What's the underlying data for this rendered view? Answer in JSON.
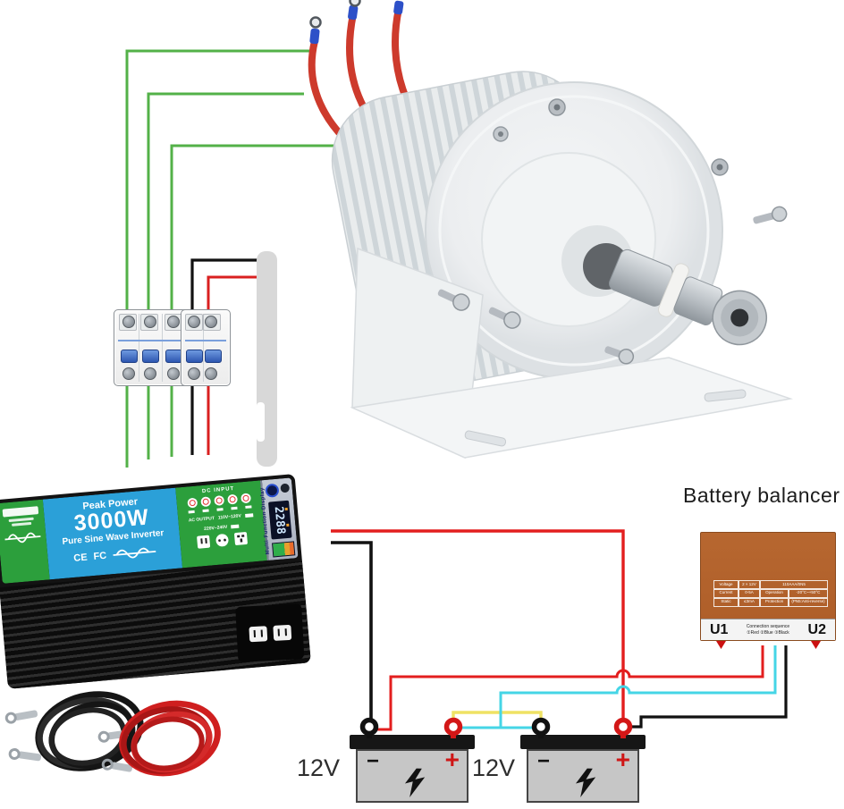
{
  "inverter": {
    "peak_power": "Peak Power",
    "model": "3000W",
    "product_name": "Pure Sine Wave Inverter",
    "cert_ce": "CE",
    "cert_fcc": "FC",
    "dc_input_label": "DC INPUT",
    "ac_output_label": "AC OUTPUT",
    "ac_range_1": "110V~120V",
    "ac_range_2": "220V~240V",
    "display_label": "Multi-Function Display",
    "lcd_value": "2288"
  },
  "balancer": {
    "title": "Battery balancer",
    "u1": "U1",
    "u2": "U2",
    "sequence_title": "Connection sequence",
    "sequence": "①Red ②Blue ③Black",
    "table": {
      "rows": [
        [
          "Voltage",
          "2 × 12V",
          "110AAA/0N5",
          ""
        ],
        [
          "Current",
          "0-5A",
          "Operation",
          "-20°C~+50°C"
        ],
        [
          "Static",
          "≤3mA",
          "Protection",
          "(PN5:Anti-reverse)"
        ]
      ]
    }
  },
  "batteries": {
    "left_label": "12V",
    "middle_label": "12V",
    "minus": "−",
    "plus": "+"
  },
  "colors": {
    "wire_green": "#53b148",
    "wire_red": "#e31e1e",
    "wire_black": "#111111",
    "wire_cyan": "#45d5e6",
    "wire_yellow": "#efe264",
    "motor_cable_red": "#cd3a2c",
    "balancer_orange": "#b36630",
    "inverter_green": "#2c9f3c",
    "inverter_blue": "#2ba0d8",
    "battery_gray": "#c6c6c6",
    "terminal_red": "#d31717"
  }
}
